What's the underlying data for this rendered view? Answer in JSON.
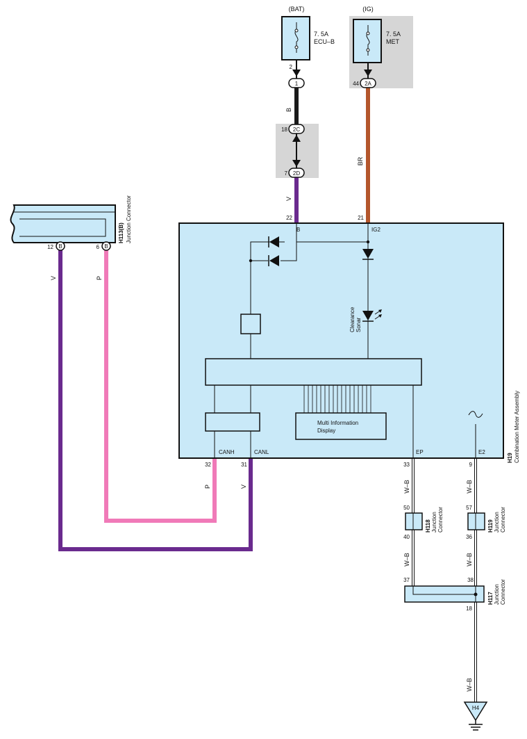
{
  "fuses": {
    "bat": {
      "source": "(BAT)",
      "rating": "7. 5A",
      "name": "ECU–B"
    },
    "ig": {
      "source": "(IG)",
      "rating": "7. 5A",
      "name": "MET"
    }
  },
  "pins": {
    "bat_fuse_out": "2",
    "ig_fuse_out": "44",
    "conn_1": "1",
    "conn_2a": "2A",
    "conn_2c_pin": "18",
    "conn_2c": "2C",
    "conn_2d_pin": "7",
    "conn_2d": "2D",
    "meter_b": "22",
    "meter_ig2": "21",
    "meter_canh": "32",
    "meter_canl": "31",
    "meter_ep": "33",
    "meter_e2": "9",
    "h113_12": "12",
    "h113_6": "6",
    "h118_top": "50",
    "h118_bottom": "40",
    "h119_top": "57",
    "h119_bottom": "36",
    "h117_37": "37",
    "h117_38": "38",
    "h117_18": "18"
  },
  "wires": {
    "b": "B",
    "br": "BR",
    "v_top": "V",
    "v_h113": "V",
    "p_h113": "P",
    "p_meter": "P",
    "v_meter": "V",
    "wb_ep1": "W–B",
    "wb_e21": "W–B",
    "wb_ep2": "W–B",
    "wb_e22": "W–B",
    "wb_ground": "W–B"
  },
  "meter": {
    "id": "H19",
    "name": "Combination Meter Assembly",
    "term_b": "B",
    "term_ig2": "IG2",
    "term_canh": "CANH",
    "term_canl": "CANL",
    "term_ep": "EP",
    "term_e2": "E2",
    "clearance_1": "Clearance",
    "clearance_2": "Sonar",
    "mid_line1": "Multi Information",
    "mid_line2": "Display"
  },
  "connectors": {
    "h113": {
      "id": "H113(B)",
      "name": "Junction Connector",
      "pin_mark": "B"
    },
    "h118": {
      "id": "H118",
      "name1": "Junction",
      "name2": "Connector"
    },
    "h119": {
      "id": "H119",
      "name1": "Junction",
      "name2": "Connector"
    },
    "h117": {
      "id": "H117",
      "name1": "Junction",
      "name2": "Connector"
    }
  },
  "ground": {
    "id": "H4"
  },
  "colors": {
    "black_wire": "#1a1a1a",
    "violet_wire": "#6a2a8e",
    "pink_wire": "#f07ab8",
    "brown_wire": "#b4562c",
    "box_fill": "#c9e9f8"
  }
}
